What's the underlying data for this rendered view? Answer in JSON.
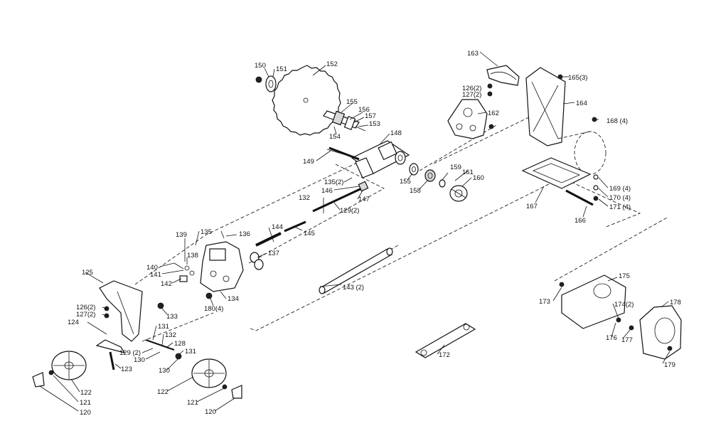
{
  "diagram": {
    "part_numbers": {
      "p120a": "120",
      "p120b": "120",
      "p121a": "121",
      "p121b": "121",
      "p122a": "122",
      "p122b": "122",
      "p123": "123",
      "p124": "124",
      "p125": "125",
      "p126a": "126(2)",
      "p127a": "127(2)",
      "p126b": "126(2)",
      "p127b": "127(2)",
      "p128": "128",
      "p129a": "129 (2)",
      "p129b": "129(2)",
      "p130a": "130",
      "p130b": "130",
      "p131a": "131",
      "p131b": "131",
      "p132a": "132",
      "p132b": "132",
      "p133": "133",
      "p134": "134",
      "p135a": "135",
      "p135b": "135(2)",
      "p136": "136",
      "p137": "137",
      "p138": "138",
      "p139": "139",
      "p140": "140",
      "p141": "141",
      "p142": "142",
      "p143": "143 (2)",
      "p144": "144",
      "p145": "145",
      "p146": "146",
      "p147": "147",
      "p148": "148",
      "p149": "149",
      "p150": "150",
      "p151": "151",
      "p152": "152",
      "p153": "153",
      "p154": "154",
      "p155a": "155",
      "p155b": "155",
      "p156": "156",
      "p157": "157",
      "p158": "158",
      "p159": "159",
      "p160": "160",
      "p161": "161",
      "p162": "162",
      "p163": "163",
      "p164": "164",
      "p165": "165(3)",
      "p166": "166",
      "p167": "167",
      "p168": "168 (4)",
      "p169": "169 (4)",
      "p170": "170 (4)",
      "p171": "171 (4)",
      "p172": "172",
      "p173": "173",
      "p174": "174(2)",
      "p175": "175",
      "p176": "176",
      "p177": "177",
      "p178": "178",
      "p179": "179",
      "p180": "180(4)"
    }
  }
}
